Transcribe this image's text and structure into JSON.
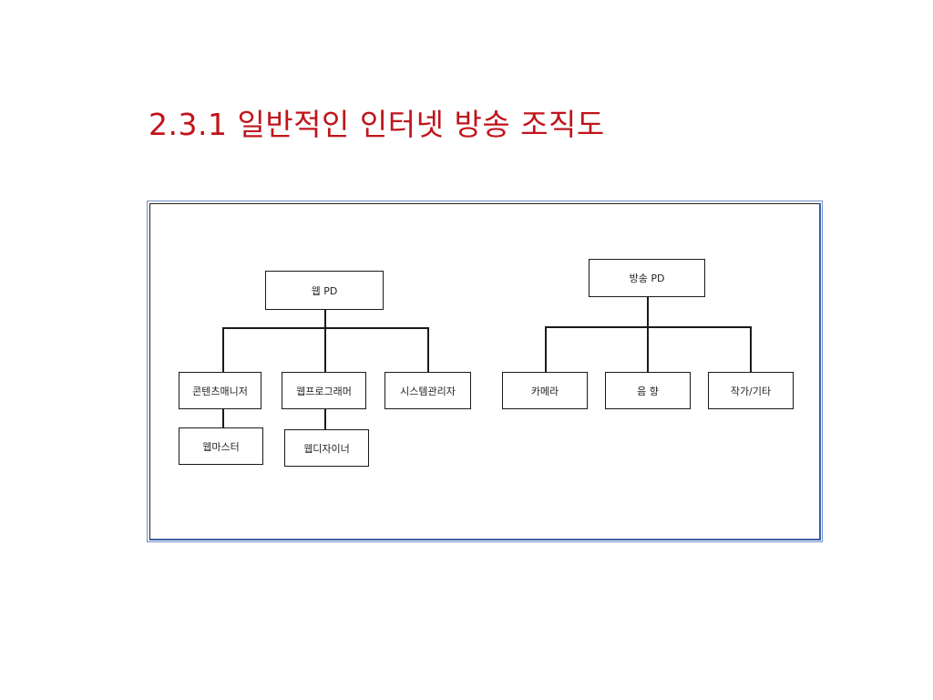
{
  "slide": {
    "title": "2.3.1 일반적인 인터넷 방송 조직도"
  },
  "org_chart": {
    "web": {
      "head": "웹 PD",
      "children": [
        "콘텐츠매니저",
        "웹프로그래머",
        "시스템관리자"
      ],
      "sub_children": [
        "웹마스터",
        "웹디자이너"
      ]
    },
    "broadcast": {
      "head": "방송 PD",
      "children": [
        "카메라",
        "음 향",
        "작가/기타"
      ]
    }
  },
  "colors": {
    "title": "#c0141c",
    "frame_border": "#6f8fc8",
    "line": "#1a1a1a"
  }
}
